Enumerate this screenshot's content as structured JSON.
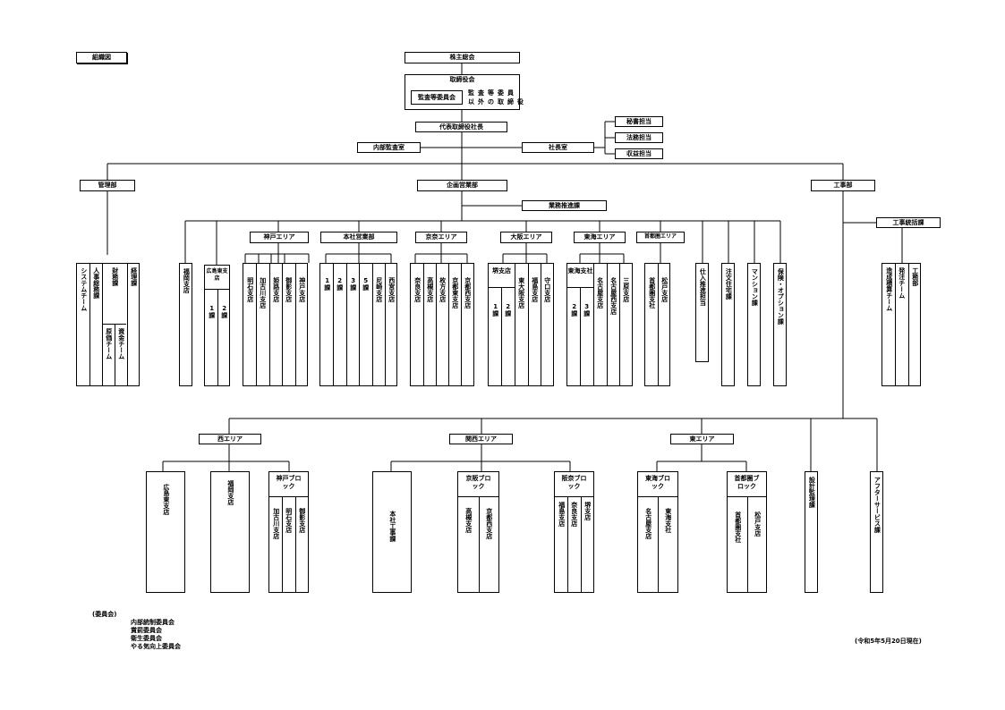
{
  "title": "組織図",
  "shareholders": "株主総会",
  "board": {
    "title": "取締役会",
    "audit_committee": "監査等委員会",
    "others_line1": "監査等委員",
    "others_line2": "以外の取締役"
  },
  "president": "代表取締役社長",
  "internal_audit": "内部監査室",
  "president_office": "社長室",
  "office_staff": [
    "秘書担当",
    "法務担当",
    "収益担当"
  ],
  "divisions": {
    "admin": "管理部",
    "planning": "企画営業部",
    "construction": "工事部"
  },
  "admin_units": {
    "system_team": "システムチーム",
    "hr_general": "人事総務課",
    "finance": "財務課",
    "accounting": "経理課",
    "funds_team": "資金チーム",
    "ledger_team": "原価チーム"
  },
  "sales_promotion": "業務推進課",
  "sales_units": {
    "fukuoka": "福岡支店",
    "hiroshima_head": "広島東支店",
    "hiroshima_1": "1課",
    "hiroshima_2": "2課",
    "kobe_area": "神戸エリア",
    "kobe": [
      "明石支店",
      "加古川支店",
      "姫路支店",
      "御影支店",
      "神戸支店"
    ],
    "honsha_area": "本社営業部",
    "honsha": [
      "1課",
      "2課",
      "3課",
      "5課",
      "尼崎支店",
      "西宮支店"
    ],
    "keinai_area": "京奈エリア",
    "keinai": [
      "奈良支店",
      "高槻支店",
      "枚方支店",
      "京都東支店",
      "京都西支店"
    ],
    "osaka_area": "大阪エリア",
    "sakai_head": "堺支店",
    "sakai_1": "1課",
    "sakai_2": "2課",
    "osaka": [
      "東大阪支店",
      "福島支店",
      "守口支店"
    ],
    "tokai_area": "東海エリア",
    "tokai_head": "東海支社",
    "tokai_2": "2課",
    "tokai_3": "3課",
    "tokai": [
      "名古屋支店",
      "名古屋西支店",
      "三原支店"
    ],
    "shuto_area": "首都圏エリア",
    "shuto": [
      "首都圏支社",
      "松戸支店"
    ],
    "purchase": "仕入推進担当",
    "custom_home": "注文住宅課",
    "mansion": "マンション課",
    "insurance": "保険・オプション課"
  },
  "construction_control": "工事統括課",
  "construction_units": [
    "造成積算チーム",
    "発注チーム",
    "工務部"
  ],
  "regions": {
    "west": "西エリア",
    "kansai": "関西エリア",
    "east": "東エリア"
  },
  "west_units": {
    "hiroshima": "広島東支店",
    "fukuoka": "福岡支店",
    "kobe_block": "神戸ブロック",
    "kobe": [
      "加古川支店",
      "明石支店",
      "御影支店"
    ]
  },
  "kansai_units": {
    "honsha": "本社工事課",
    "keihan_block": "京阪ブロック",
    "keihan": [
      "高槻支店",
      "京都西支店"
    ],
    "hannara_block": "阪奈ブロック",
    "hannara": [
      "福島支店",
      "奈良支店",
      "堺支店"
    ]
  },
  "east_units": {
    "tokai_block": "東海ブロック",
    "tokai": [
      "名古屋支店",
      "東海支社"
    ],
    "shuto_block": "首都圏ブロック",
    "shuto": [
      "首都圏支社",
      "松戸支店"
    ]
  },
  "design": "設計監理課",
  "after_service": "アフターサービス課",
  "committees_label": "(委員会)",
  "committees": [
    "内部統制委員会",
    "賞罰委員会",
    "衛生委員会",
    "やる気向上委員会"
  ],
  "date_note": "(令和5年5月20日現在)"
}
